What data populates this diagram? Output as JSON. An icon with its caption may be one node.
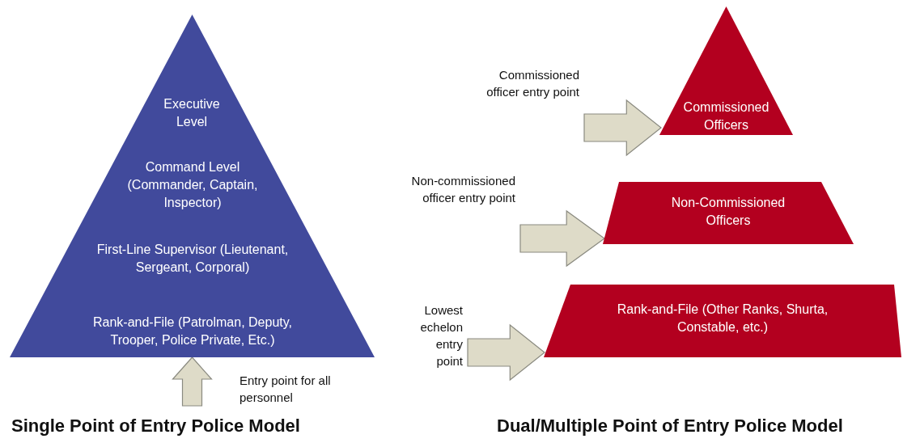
{
  "diagram": {
    "nodes": [
      {
        "text": [
          "Executive Level",
          "Command Level (Commander, Captain, Inspector)",
          "First-Line Supervisor (Lieutenant, Sergeant, Corporal)",
          "Rank-and-File (Patrolman, Deputy, Trooper, Police Private, Etc.)"
        ]
      },
      {
        "text": [
          "Entry point for all personnel"
        ]
      },
      {
        "text": [
          "Commissioned Officers"
        ]
      },
      {
        "text": [
          "Non-Commissioned Officers"
        ]
      },
      {
        "text": [
          "Rank-and-File (Other Ranks, Shurta, Constable, etc.)"
        ]
      },
      {
        "text": [
          "Commissioned officer entry point"
        ]
      },
      {
        "text": [
          "Non-commissioned officer entry point"
        ]
      },
      {
        "text": [
          "Lowest echelon entry point"
        ]
      }
    ],
    "edges": [
      {
        "from": 1,
        "to": 0,
        "arrow": "to"
      },
      {
        "from": 5,
        "to": 2,
        "arrow": "to"
      },
      {
        "from": 6,
        "to": 3,
        "arrow": "to"
      },
      {
        "from": 7,
        "to": 4,
        "arrow": "to"
      }
    ],
    "labels": [
      "Single Point of Entry Police Model",
      "Dual/Multiple Point of Entry Police Model"
    ]
  }
}
